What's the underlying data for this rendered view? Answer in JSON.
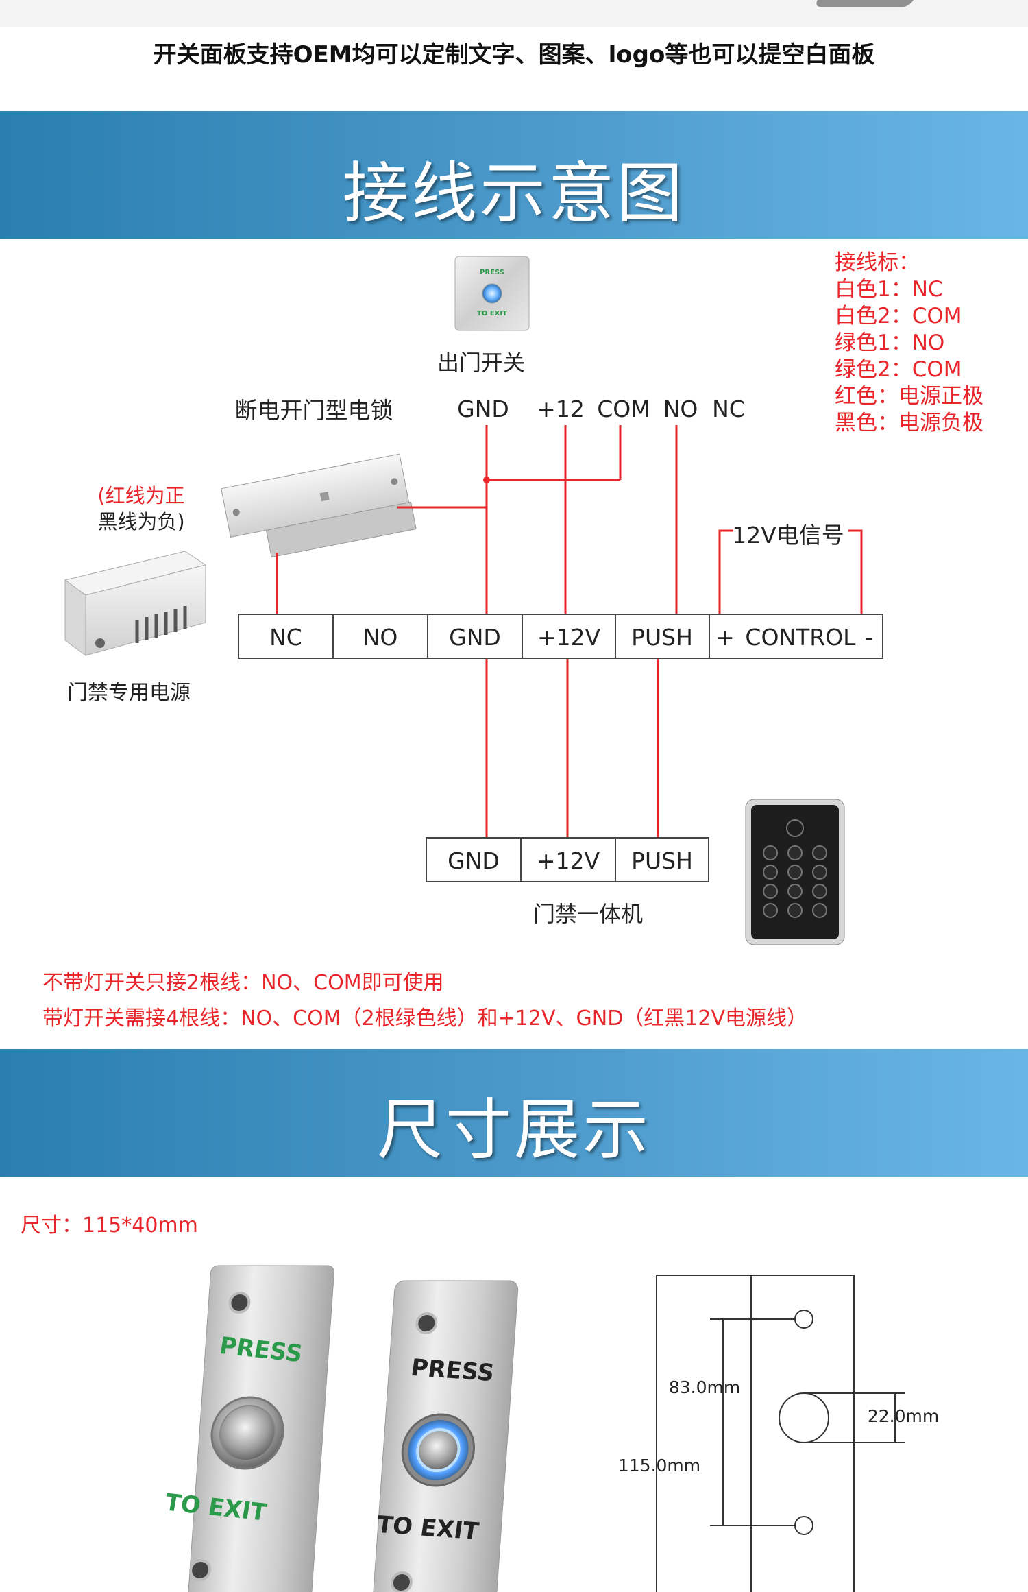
{
  "top_note": "开关面板支持OEM均可以定制文字、图案、logo等也可以提空白面板",
  "wiring_section": {
    "title": "接线示意图",
    "legend": {
      "heading": "接线标：",
      "items": [
        "白色1：NC",
        "白色2：COM",
        "绿色1：NO",
        "绿色2：COM",
        "红色：电源正极",
        "黑色：电源负极"
      ]
    },
    "exit_button": {
      "label": "出门开关",
      "press_text": "PRESS",
      "exit_text": "TO EXIT",
      "terminals": [
        "GND",
        "+12",
        "COM",
        "NO",
        "NC"
      ]
    },
    "lock_label": "断电开门型电锁",
    "power_polarity_note": [
      "(红线为正",
      "黑线为负)"
    ],
    "power_supply_label": "门禁专用电源",
    "signal_label": "12V电信号",
    "supply_terminals": [
      "NC",
      "NO",
      "GND",
      "+12V",
      "PUSH"
    ],
    "control_terminal": {
      "plus": "+",
      "label": "CONTROL",
      "minus": "-"
    },
    "controller_terminals": [
      "GND",
      "+12V",
      "PUSH"
    ],
    "controller_label": "门禁一体机",
    "notes": [
      "不带灯开关只接2根线：NO、COM即可使用",
      "带灯开关需接4根线：NO、COM（2根绿色线）和+12V、GND（红黑12V电源线）"
    ],
    "wire_color": "#e8252a"
  },
  "size_section": {
    "title": "尺寸展示",
    "size_note": "尺寸：115*40mm",
    "panel_texts": {
      "press": "PRESS",
      "exit": "TO EXIT"
    },
    "dimensions": {
      "hole_spacing": "83.0mm",
      "total_height": "115.0mm",
      "button_diameter": "22.0mm"
    }
  }
}
